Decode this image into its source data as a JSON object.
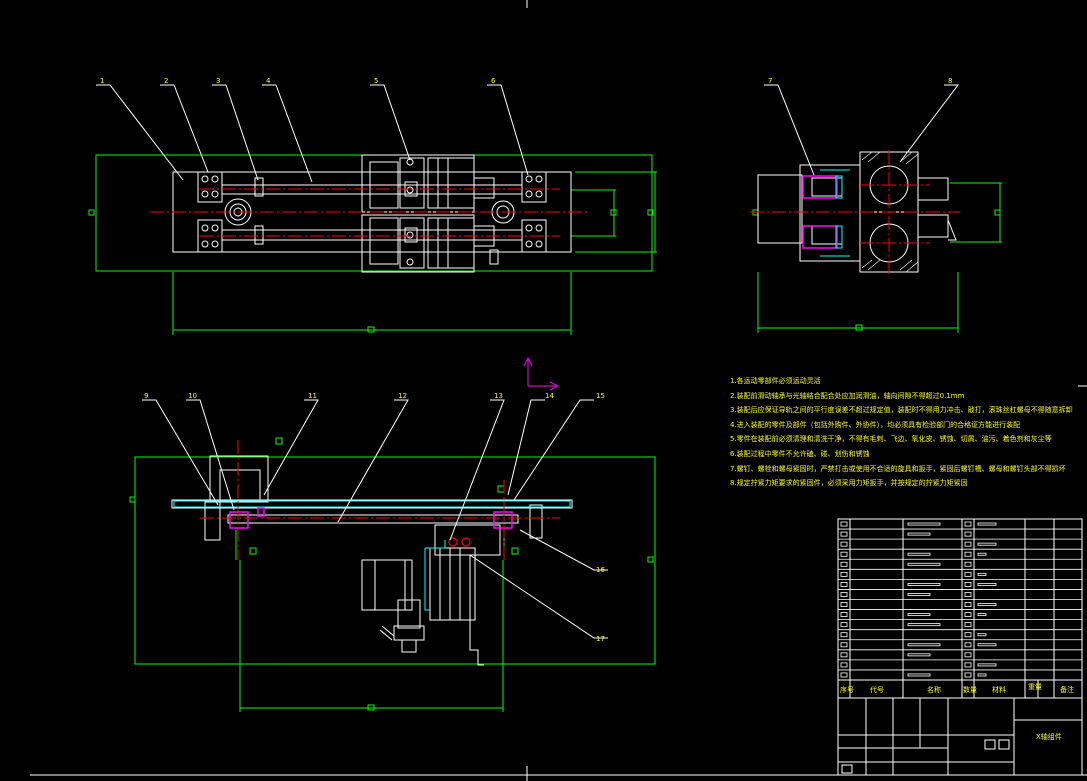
{
  "balloons": [
    "1",
    "2",
    "3",
    "4",
    "5",
    "6",
    "7",
    "8",
    "9",
    "10",
    "11",
    "12",
    "13",
    "14",
    "15",
    "16",
    "17"
  ],
  "notes": [
    "1.各运动零部件必须运动灵活",
    "2.装配前滑动轴承与光轴结合配合处应加润滑油，轴向间隙不得超过0.1mm",
    "3.装配后应保证导轨之间的平行度误差不超过规定值，装配时不得用力冲击、敲打，滚珠丝杠螺母不得随意拆卸",
    "4.进入装配的零件及部件（包括外购件、外协件），均必须具有检验部门的合格证方能进行装配",
    "5.零件在装配前必须清理和清洗干净，不得有毛刺、飞边、氧化皮、锈蚀、切屑、油污、着色剂和灰尘等",
    "6.装配过程中零件不允许磕、碰、划伤和锈蚀",
    "7.螺钉、螺栓和螺母紧固时，严禁打击或使用不合适的旋具和扳手，紧固后螺钉槽、螺母和螺钉头部不得损坏",
    "8.规定拧紧力矩要求的紧固件，必须采用力矩扳手，并按规定的拧紧力矩紧固"
  ],
  "title_block": {
    "header_seq": "序号",
    "header_code": "代号",
    "header_name": "名称",
    "header_qty": "数量",
    "header_material": "材料",
    "header_weight": "重量",
    "header_remark": "备注",
    "drawing_title": "X轴组件"
  },
  "colors": {
    "outline": "#ffffff",
    "dimension": "#00ff00",
    "centerline": "#ff0000",
    "text": "#ffff00",
    "hidden": "#ff00ff",
    "aux": "#00ffff"
  }
}
